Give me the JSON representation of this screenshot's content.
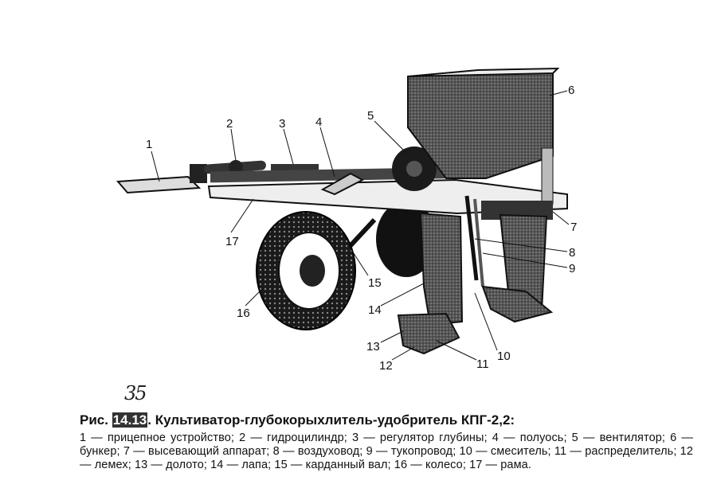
{
  "figure": {
    "labels": [
      {
        "id": "1",
        "text": "1"
      },
      {
        "id": "2",
        "text": "2"
      },
      {
        "id": "3",
        "text": "3"
      },
      {
        "id": "4",
        "text": "4"
      },
      {
        "id": "5",
        "text": "5"
      },
      {
        "id": "6",
        "text": "6"
      },
      {
        "id": "7",
        "text": "7"
      },
      {
        "id": "8",
        "text": "8"
      },
      {
        "id": "9",
        "text": "9"
      },
      {
        "id": "10",
        "text": "10"
      },
      {
        "id": "11",
        "text": "11"
      },
      {
        "id": "12",
        "text": "12"
      },
      {
        "id": "13",
        "text": "13"
      },
      {
        "id": "14",
        "text": "14"
      },
      {
        "id": "15",
        "text": "15"
      },
      {
        "id": "16",
        "text": "16"
      },
      {
        "id": "17",
        "text": "17"
      }
    ]
  },
  "handwritten_note": "35",
  "caption": {
    "prefix": "Рис.",
    "number_struck": "14.13",
    "title": ". Культиватор-глубокорыхлитель-удобритель КПГ-2,2:",
    "legend": "1 — прицепное устройство; 2 — гидроцилиндр; 3 — регулятор глубины; 4 — полуось; 5 — вентилятор; 6 — бункер; 7 — высевающий аппарат; 8 — воздуховод; 9 — тукопровод; 10 — смеситель; 11 — распределитель; 12 — лемех; 13 — долото; 14 — лапа; 15 — карданный вал; 16 — колесо; 17 — рама."
  }
}
